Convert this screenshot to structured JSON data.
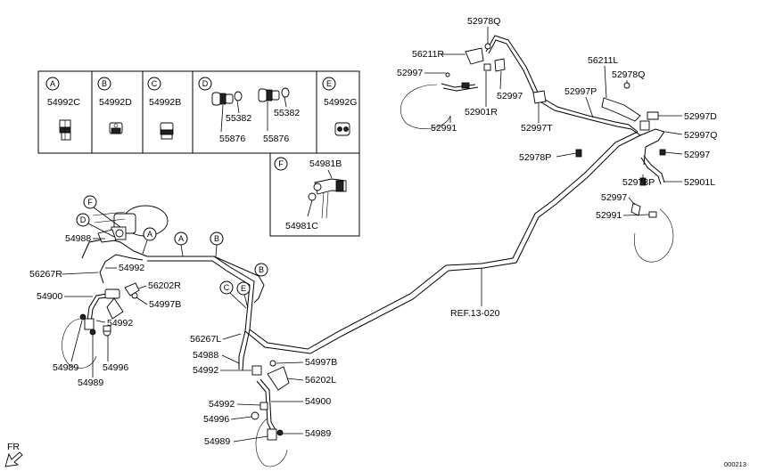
{
  "insets": [
    {
      "letter": "A",
      "part": "54992C"
    },
    {
      "letter": "B",
      "part": "54992D"
    },
    {
      "letter": "C",
      "part": "54992B"
    },
    {
      "letter": "D",
      "parts": [
        "55382",
        "55382",
        "55876",
        "55876"
      ]
    },
    {
      "letter": "E",
      "part": "54992G"
    },
    {
      "letter": "F",
      "parts": [
        "54981B",
        "54981C"
      ]
    }
  ],
  "labels": {
    "p52978Q_top": "52978Q",
    "p56211R": "56211R",
    "p52997_a": "52997",
    "p52997_b": "52997",
    "p52901R": "52901R",
    "p52991_top": "52991",
    "p52997T": "52997T",
    "p56211L": "56211L",
    "p52978Q_right": "52978Q",
    "p52997P": "52997P",
    "p52997D": "52997D",
    "p52997Q": "52997Q",
    "p52978P_a": "52978P",
    "p52997_c": "52997",
    "p52978P_b": "52978P",
    "p52901L": "52901L",
    "p52997_d": "52997",
    "p52991_right": "52991",
    "p54988_top": "54988",
    "p56267R": "56267R",
    "p54992_a": "54992",
    "p56202R": "56202R",
    "p54900_left": "54900",
    "p54997B_a": "54997B",
    "p54992_b": "54992",
    "p54989_a": "54989",
    "p54996_a": "54996",
    "p54989_b": "54989",
    "ref": "REF.13-020",
    "p56267L": "56267L",
    "p54988_bot": "54988",
    "p54992_c": "54992",
    "p54997B_b": "54997B",
    "p56202L": "56202L",
    "p54900_bot": "54900",
    "p54992_d": "54992",
    "p54996_b": "54996",
    "p54989_c": "54989",
    "p54989_d": "54989"
  },
  "callouts": {
    "F": "F",
    "D": "D",
    "A1": "A",
    "A2": "A",
    "B1": "B",
    "B2": "B",
    "C": "C",
    "E": "E"
  },
  "fr_label": "FR",
  "doc_code": "000213"
}
